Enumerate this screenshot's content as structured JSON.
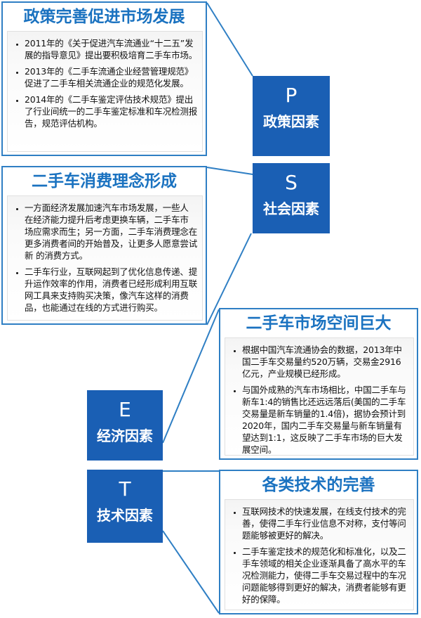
{
  "panels": {
    "policy": {
      "title": "政策完善促进市场发展",
      "items": [
        "2011年的《关于促进汽车流通业“十二五”发展的指导意见》提出要积极培育二手车市场。",
        "2013年的《二手车流通企业经营管理规范》 促进了二手车相关流通企业的规范化发展。",
        "2014年的《二手车鉴定评估技术规范》提出了行业间统一的二手车鉴定标准和车况检测报告，规范评估机构。"
      ]
    },
    "social": {
      "title": "二手车消费理念形成",
      "items": [
        "一方面经济发展加速汽车市场发展，一些人 在经济能力提升后考虑更换车辆，二手车市 场应需求而生；另一方面，二手车消费理念在更多消费者间的开始普及，让更多人愿意尝试新 的消费方式。",
        "二手车行业，互联网起到了优化信息传递、提升运作效率的作用，消费者已经形成利用互联网工具来支持购买决策，像汽车这样的消费品，也能通过在线的方式进行购买。"
      ]
    },
    "economic": {
      "title": "二手车市场空间巨大",
      "items": [
        "根据中国汽车流通协会的数据，2013年中国二手车交易量约520万辆，交易金2916亿元，产业规模已经形成。",
        "与国外成熟的汽车市场相比，中国二手车与新车1:4的销售比还远远落后(美国的二手车交易量是新车销量的1.4倍)，据协会预计到2020年，国内二手车交易量与新车销量有望达到1:1，这反映了二手车市场的巨大发展空间。"
      ]
    },
    "tech": {
      "title": "各类技术的完善",
      "items": [
        "互联网技术的快速发展，在线支付技术的完善，使得二手车行业信息不对称，支付等问题能够被更好的解决。",
        "二手车鉴定技术的规范化和标准化，以及二手车领域的相关企业逐渐具备了高水平的车况检测能力，使得二手车交易过程中的车况 问题能够得到更好的解决，消费者能够有更好的保障。"
      ]
    }
  },
  "tags": {
    "p": {
      "letter": "P",
      "name": "政策因素"
    },
    "s": {
      "letter": "S",
      "name": "社会因素"
    },
    "e": {
      "letter": "E",
      "name": "经济因素"
    },
    "t": {
      "letter": "T",
      "name": "技术因素"
    }
  },
  "colors": {
    "accent": "#1a5fb4",
    "border": "#2f7fc4",
    "title": "#1a72c0"
  }
}
